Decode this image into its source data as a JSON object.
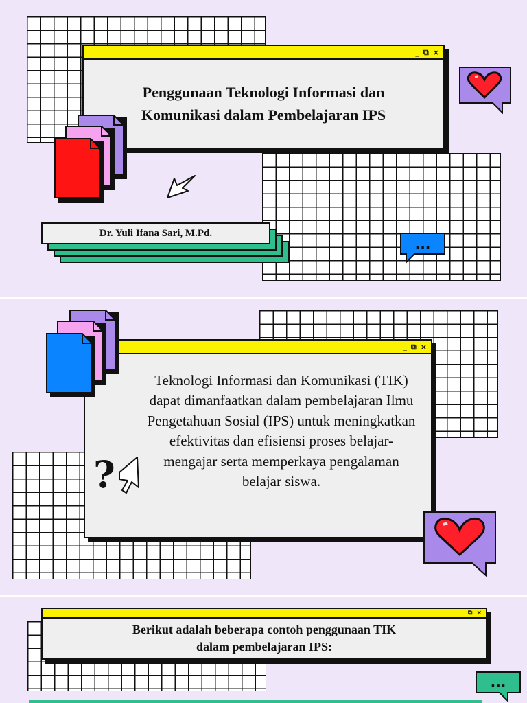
{
  "window_controls": {
    "minimize": "_",
    "restore": "⧉",
    "close": "×"
  },
  "slide1": {
    "title": "Penggunaan Teknologi Informasi dan Komunikasi dalam Pembelajaran IPS",
    "author": "Dr. Yuli Ifana Sari, M.Pd.",
    "chat_bubble_text": "...",
    "colors": {
      "file_front": "#ff1414",
      "chat_bubble": "#0a84ff",
      "heart_bubble": "#a98aea",
      "name_tabs": "#2fbf8f"
    }
  },
  "slide2": {
    "paragraph": "Teknologi Informasi dan Komunikasi (TIK) dapat dimanfaatkan dalam pembelajaran Ilmu Pengetahuan Sosial (IPS) untuk meningkatkan efektivitas dan efisiensi proses belajar-mengajar serta memperkaya pengalaman belajar siswa.",
    "question_mark": "?",
    "colors": {
      "file_front": "#0a84ff",
      "heart_bubble": "#a98aea"
    }
  },
  "slide3": {
    "intro": "Berikut adalah beberapa contoh penggunaan TIK dalam pembelajaran IPS:",
    "chat_bubble_text": "...",
    "colors": {
      "chat_bubble": "#2fbf8f"
    }
  },
  "icons": [
    "file-stack-icon",
    "cursor-arrow-icon",
    "heart-chat-icon",
    "chat-bubble-icon",
    "question-mark-icon"
  ]
}
